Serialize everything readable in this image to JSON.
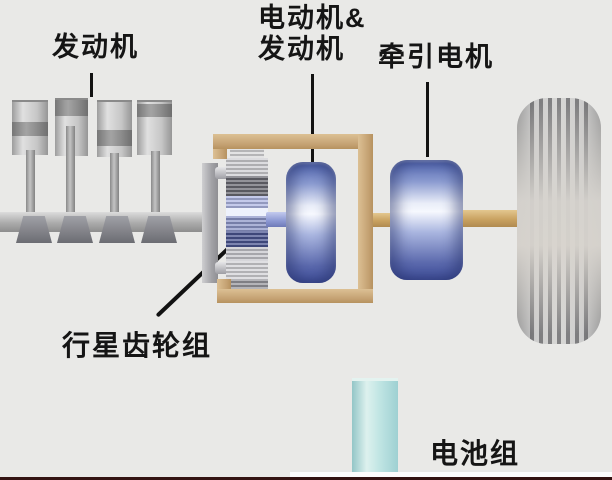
{
  "labels": {
    "engine": "发动机",
    "motor_generator_line1": "电动机&",
    "motor_generator_line2": "发动机",
    "traction_motor": "牵引电机",
    "planetary_gear_set": "行星齿轮组",
    "battery_pack": "电池组"
  },
  "components": [
    "engine-pistons-and-crankshaft",
    "planetary-gear-set",
    "motor-generator",
    "gearbox-frame",
    "traction-motor",
    "drive-shaft",
    "wheel",
    "battery-pack"
  ],
  "colors": {
    "background": "#e9e9e7",
    "frame_tan": "#c9a877",
    "shaft_tan": "#c9a261",
    "motor_blue_dark": "#4e62ac",
    "motor_blue_highlight": "#f6f8fe",
    "battery_teal": "#bfe5e3",
    "metal_gray": "#b5b5b5",
    "wheel_gray": "#cdcdcd",
    "label_text": "#151515",
    "bottom_line_maroon": "#331312"
  }
}
